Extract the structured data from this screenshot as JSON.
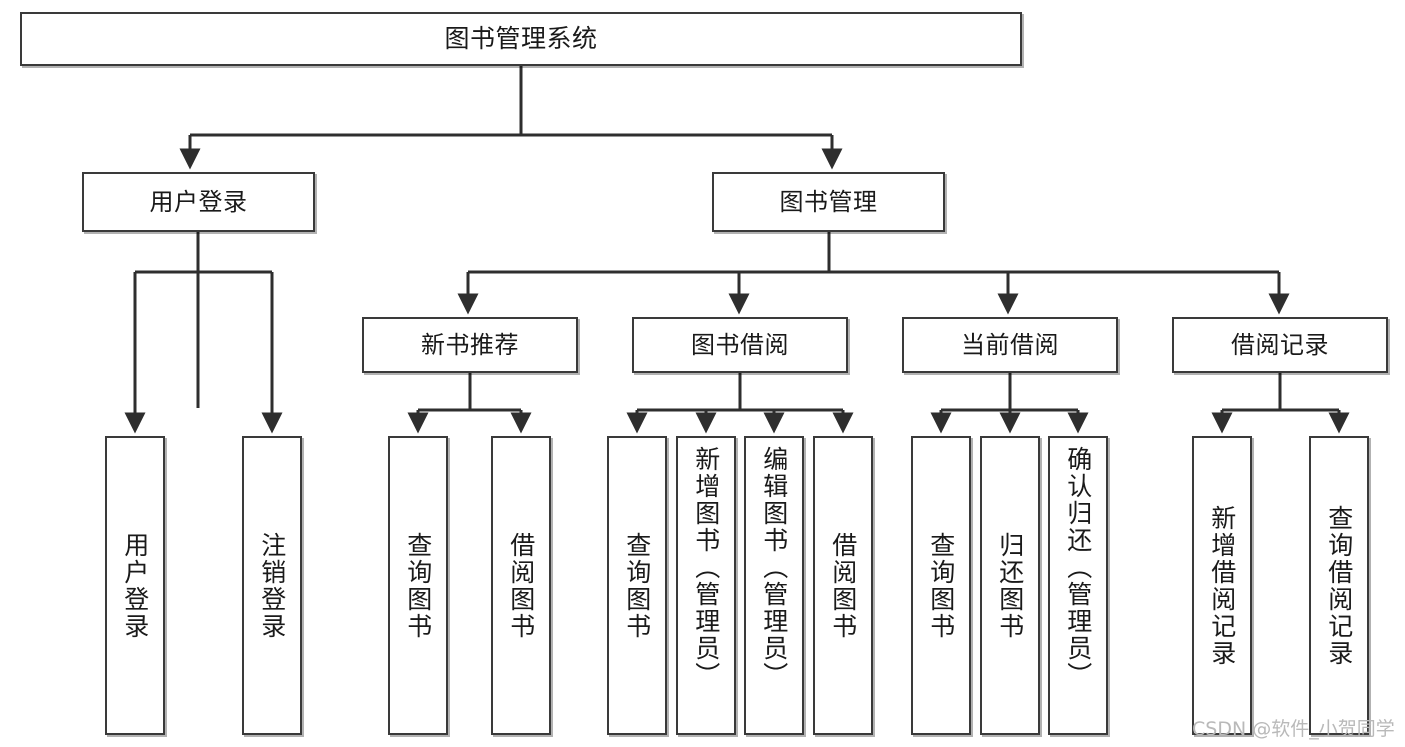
{
  "diagram": {
    "title": "图书管理系统",
    "type": "功能结构图",
    "nodes": {
      "root": {
        "label": "图书管理系统"
      },
      "level2": [
        {
          "id": "user-login",
          "label": "用户登录"
        },
        {
          "id": "book-manage",
          "label": "图书管理"
        }
      ],
      "level3": [
        {
          "id": "new-book-recommend",
          "label": "新书推荐"
        },
        {
          "id": "book-borrow",
          "label": "图书借阅"
        },
        {
          "id": "current-borrow",
          "label": "当前借阅"
        },
        {
          "id": "borrow-record",
          "label": "借阅记录"
        }
      ],
      "leaves": [
        {
          "id": "leaf-user-login",
          "label": "用户登录",
          "parent": "user-login"
        },
        {
          "id": "leaf-logout-login",
          "label": "注销登录",
          "parent": "user-login"
        },
        {
          "id": "leaf-query-book-1",
          "label": "查询图书",
          "parent": "new-book-recommend"
        },
        {
          "id": "leaf-borrow-book-1",
          "label": "借阅图书",
          "parent": "new-book-recommend"
        },
        {
          "id": "leaf-query-book-2",
          "label": "查询图书",
          "parent": "book-borrow"
        },
        {
          "id": "leaf-add-book",
          "label": "新增图书（管理员）",
          "parent": "book-borrow"
        },
        {
          "id": "leaf-edit-book",
          "label": "编辑图书（管理员）",
          "parent": "book-borrow"
        },
        {
          "id": "leaf-borrow-book-2",
          "label": "借阅图书",
          "parent": "book-borrow"
        },
        {
          "id": "leaf-query-book-3",
          "label": "查询图书",
          "parent": "current-borrow"
        },
        {
          "id": "leaf-return-book",
          "label": "归还图书",
          "parent": "current-borrow"
        },
        {
          "id": "leaf-confirm-return",
          "label": "确认归还（管理员）",
          "parent": "current-borrow"
        },
        {
          "id": "leaf-add-record",
          "label": "新增借阅记录",
          "parent": "borrow-record"
        },
        {
          "id": "leaf-query-record",
          "label": "查询借阅记录",
          "parent": "borrow-record"
        }
      ]
    },
    "colors": {
      "border": "#3a3a3a",
      "background": "#ffffff",
      "text": "#1a1a1a",
      "watermark": "#b9b9b9"
    }
  },
  "watermark": {
    "text": "CSDN @软件_小贺同学"
  }
}
